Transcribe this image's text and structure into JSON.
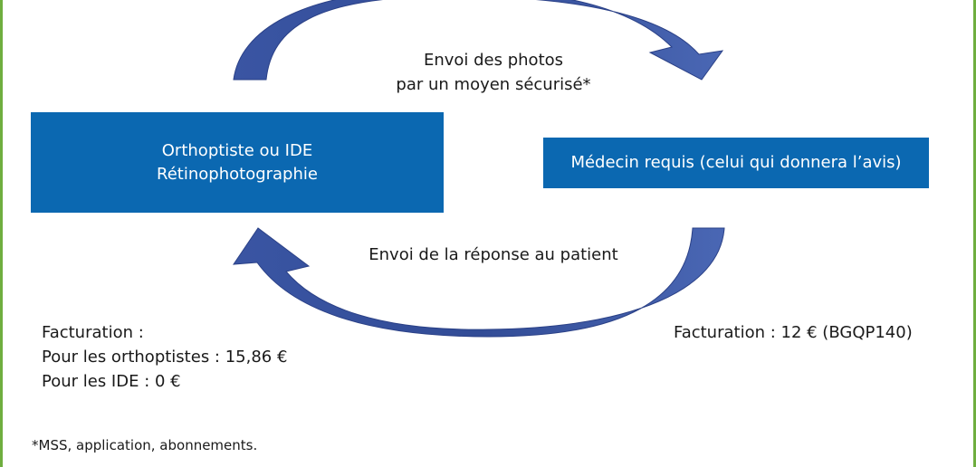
{
  "diagram": {
    "sender_box": {
      "line1": "Orthoptiste ou IDE",
      "line2": "Rétinophotographie"
    },
    "receiver_box": {
      "label": "Médecin requis (celui qui donnera l’avis)"
    },
    "top_arrow_label": {
      "line1": "Envoi des photos",
      "line2": "par un moyen sécurisé*"
    },
    "bottom_arrow_label": "Envoi de la réponse au patient",
    "billing_left": {
      "line1": "Facturation :",
      "line2": "Pour les orthoptistes : 15,86 €",
      "line3": "Pour les IDE : 0 €"
    },
    "billing_right": "Facturation : 12 € (BGQP140)",
    "footnote": "*MSS, application, abonnements."
  },
  "colors": {
    "box_fill": "#0b68b1",
    "arrow_fill": "#3d5aa8",
    "frame_border": "#6fae3f"
  }
}
